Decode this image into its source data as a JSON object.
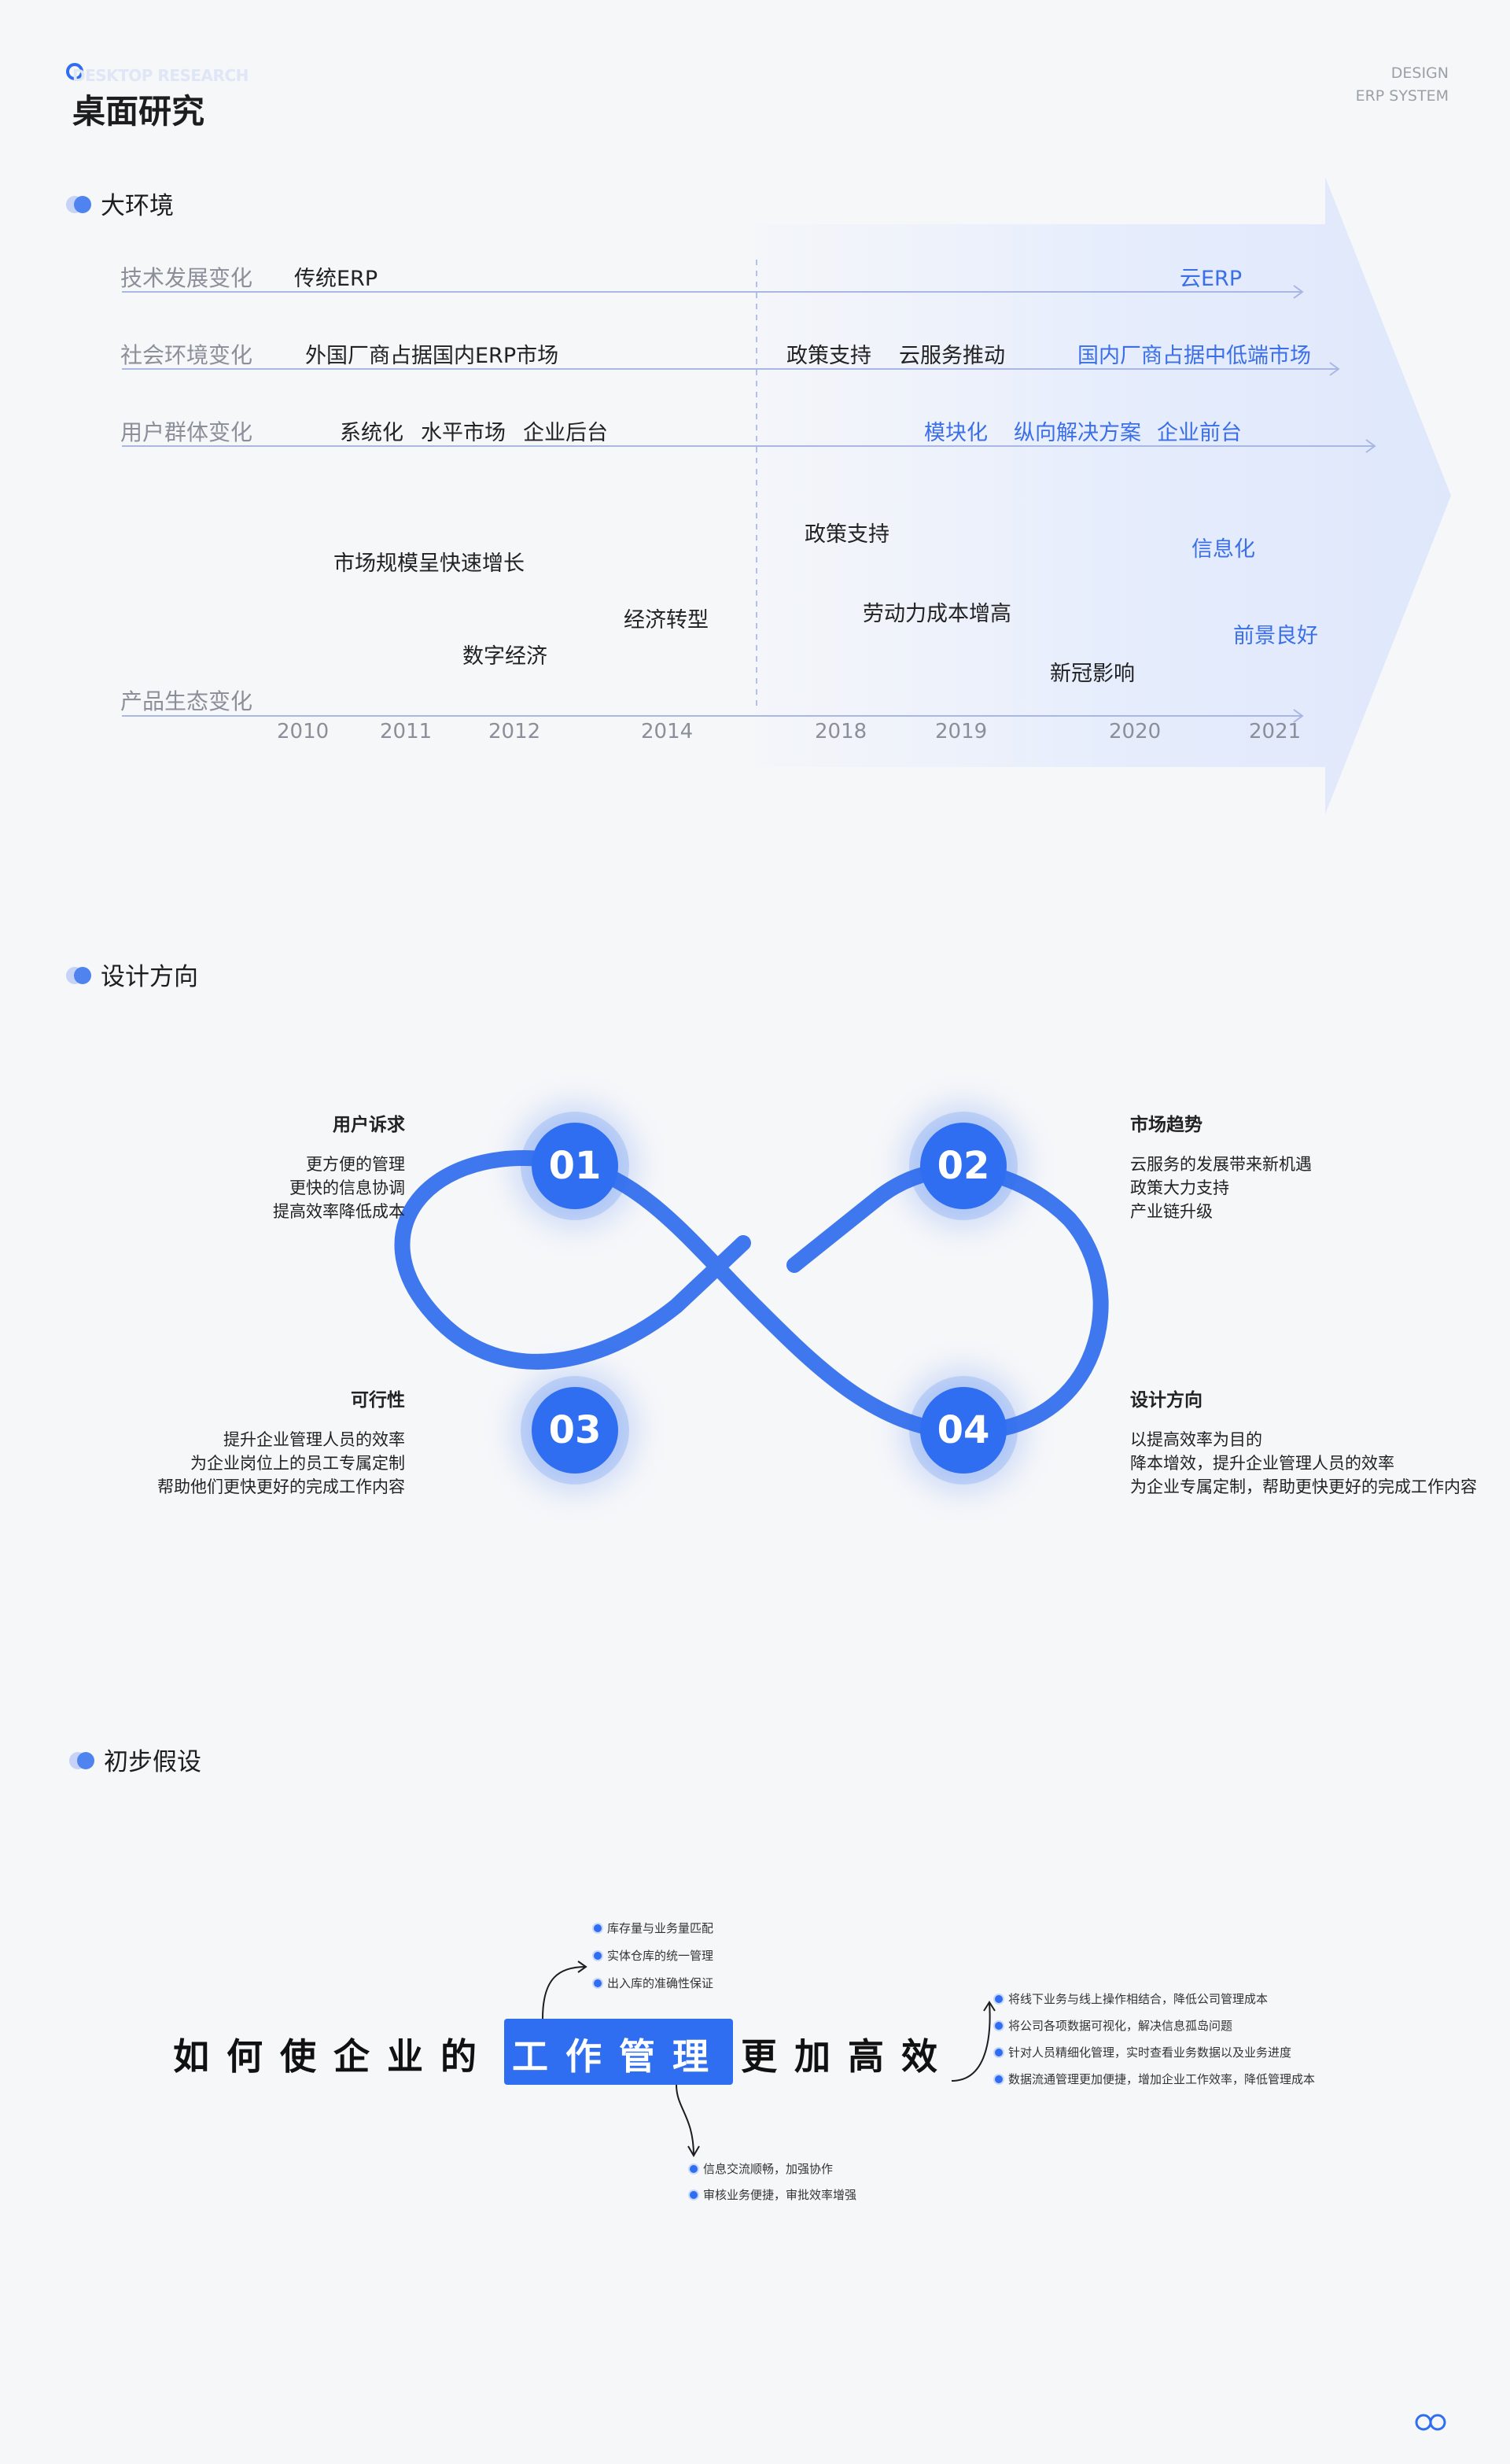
{
  "header": {
    "en_title": "DESKTOP RESEARCH",
    "cn_title": "桌面研究",
    "right_line1": "DESIGN",
    "right_line2": "ERP SYSTEM"
  },
  "section1": {
    "title": "大环境",
    "rows": [
      {
        "label": "技术发展变化",
        "left": [
          "传统ERP"
        ],
        "right": [
          "云ERP"
        ]
      },
      {
        "label": "社会环境变化",
        "left": [
          "外国厂商占据国内ERP市场"
        ],
        "right_black": [
          "政策支持",
          "云服务推动"
        ],
        "right": [
          "国内厂商占据中低端市场"
        ]
      },
      {
        "label": "用户群体变化",
        "left": [
          "系统化",
          "水平市场",
          "企业后台"
        ],
        "right": [
          "模块化",
          "纵向解决方案",
          "企业前台"
        ]
      }
    ],
    "eco_label": "产品生态变化",
    "eco_items": {
      "market_growth": "市场规模呈快速增长",
      "digital_economy": "数字经济",
      "econ_transform": "经济转型",
      "policy": "政策支持",
      "labor_cost": "劳动力成本增高",
      "covid": "新冠影响",
      "informatization": "信息化",
      "prospect": "前景良好"
    },
    "years": [
      "2010",
      "2011",
      "2012",
      "2014",
      "2018",
      "2019",
      "2020",
      "2021"
    ]
  },
  "section2": {
    "title": "设计方向",
    "nodes": [
      {
        "num": "01",
        "title": "用户诉求",
        "lines": [
          "更方便的管理",
          "更快的信息协调",
          "提高效率降低成本"
        ]
      },
      {
        "num": "02",
        "title": "市场趋势",
        "lines": [
          "云服务的发展带来新机遇",
          "政策大力支持",
          "产业链升级"
        ]
      },
      {
        "num": "03",
        "title": "可行性",
        "lines": [
          "提升企业管理人员的效率",
          "为企业岗位上的员工专属定制",
          "帮助他们更快更好的完成工作内容"
        ]
      },
      {
        "num": "04",
        "title": "设计方向",
        "lines": [
          "以提高效率为目的",
          "降本增效，提升企业管理人员的效率",
          "为企业专属定制，帮助更快更好的完成工作内容"
        ]
      }
    ]
  },
  "section3": {
    "title": "初步假设",
    "headline_pre": "如何使企业的",
    "headline_hl": "工作管理",
    "headline_post": "更加高效",
    "top_items": [
      "库存量与业务量匹配",
      "实体仓库的统一管理",
      "出入库的准确性保证"
    ],
    "right_items": [
      "将线下业务与线上操作相结合，降低公司管理成本",
      "将公司各项数据可视化，解决信息孤岛问题",
      "针对人员精细化管理，实时查看业务数据以及业务进度",
      "数据流通管理更加便捷，增加企业工作效率，降低管理成本"
    ],
    "bottom_items": [
      "信息交流顺畅，加强协作",
      "审核业务便捷，审批效率增强"
    ]
  },
  "colors": {
    "accent": "#2f6ef0",
    "arrow": "#e8eefc",
    "line": "#a9b7e3"
  }
}
